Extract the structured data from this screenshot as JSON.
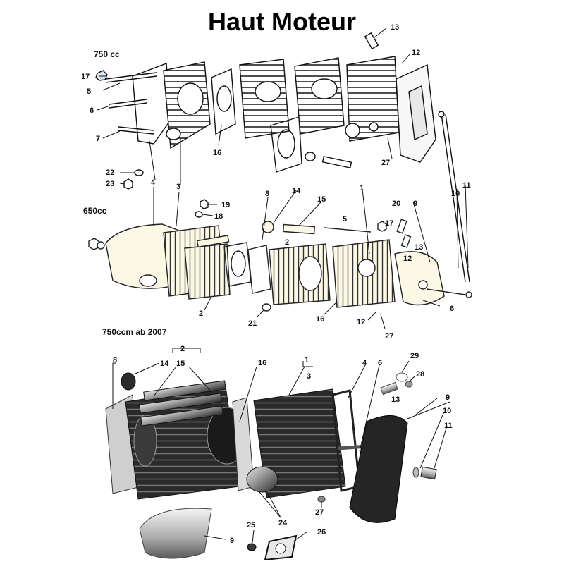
{
  "title": "Haut Moteur",
  "sections": {
    "top": "750 cc",
    "middle": "650cc",
    "bottom": "750ccm ab 2007"
  },
  "callouts": {
    "c1": "1",
    "c2": "2",
    "c3": "3",
    "c4": "4",
    "c5": "5",
    "c6": "6",
    "c7": "7",
    "c8": "8",
    "c9": "9",
    "c10": "10",
    "c11": "11",
    "c12": "12",
    "c13": "13",
    "c14": "14",
    "c15": "15",
    "c16": "16",
    "c17": "17",
    "c18": "18",
    "c19": "19",
    "c20": "20",
    "c21": "21",
    "c22": "22",
    "c23": "23",
    "c24": "24",
    "c25": "25",
    "c26": "26",
    "c27": "27",
    "c28": "28",
    "c29": "29"
  }
}
